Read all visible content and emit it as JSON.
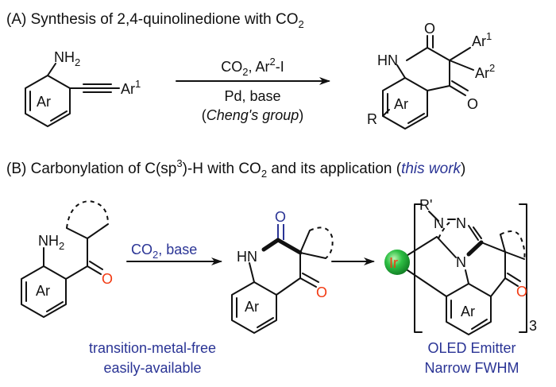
{
  "section_a": {
    "title": "(A) Synthesis of 2,4-quinolinedione with CO",
    "title_sub": "2",
    "reactant": {
      "nh": "NH",
      "nh_sub": "2",
      "ring": "Ar",
      "aryl": "Ar",
      "aryl_sup": "1"
    },
    "conditions": {
      "line1_a": "CO",
      "line1_sub": "2",
      "line1_b": ", Ar",
      "line1_sup": "2",
      "line1_c": "-I",
      "line2": "Pd, base",
      "line3_a": "(",
      "line3_italic": "Cheng's group",
      "line3_b": ")"
    },
    "product": {
      "hn": "HN",
      "o_top": "O",
      "o_bottom": "O",
      "ar1": "Ar",
      "ar1_sup": "1",
      "ar2": "Ar",
      "ar2_sup": "2",
      "r": "R",
      "ring": "Ar"
    }
  },
  "section_b": {
    "title_a": "(B) Carbonylation of C(sp",
    "title_sup": "3",
    "title_b": ")-H with CO",
    "title_sub": "2",
    "title_c": " and its application (",
    "title_italic": "this work",
    "title_d": ")",
    "reactant": {
      "nh": "NH",
      "nh_sub": "2",
      "ring": "Ar",
      "o": "O"
    },
    "conditions": {
      "a": "CO",
      "sub": "2",
      "b": ", base"
    },
    "intermediate": {
      "hn": "HN",
      "o_top": "O",
      "o_bottom": "O",
      "ring": "Ar"
    },
    "complex": {
      "metal": "Ir",
      "r": "R'",
      "n1": "N",
      "n2": "N",
      "n3": "N",
      "o": "O",
      "ring": "Ar",
      "count": "3"
    },
    "note_left": [
      "transition-metal-free",
      "easily-available"
    ],
    "note_right": [
      "OLED Emitter",
      "Narrow FWHM"
    ]
  },
  "colors": {
    "accent_blue": "#2a3495",
    "oxygen_red": "#f23a12",
    "iridium_green": "#1fa83a"
  }
}
